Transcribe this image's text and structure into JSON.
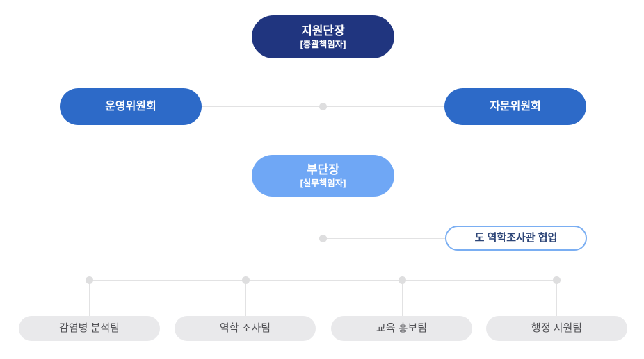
{
  "chart": {
    "type": "org-chart",
    "nodes": {
      "director": {
        "title": "지원단장",
        "subtitle": "[총괄책임자]"
      },
      "steering": {
        "label": "운영위원회"
      },
      "advisory": {
        "label": "자문위원회"
      },
      "deputy": {
        "title": "부단장",
        "subtitle": "[실무책임자]"
      },
      "cooperation": {
        "label": "도 역학조사관 협업"
      },
      "teams": [
        {
          "label": "감염병 분석팀"
        },
        {
          "label": "역학 조사팀"
        },
        {
          "label": "교육 홍보팀"
        },
        {
          "label": "행정 지원팀"
        }
      ]
    },
    "colors": {
      "director_bg": "#20357f",
      "committee_bg": "#2d6ac8",
      "deputy_bg": "#6fa7f5",
      "cooperation_border": "#7aaef2",
      "cooperation_text": "#2d4577",
      "team_bg": "#e9e9eb",
      "team_text": "#515155",
      "connector_line": "#e2e2e3",
      "connector_dot": "#dededf",
      "node_text": "#ffffff"
    }
  }
}
